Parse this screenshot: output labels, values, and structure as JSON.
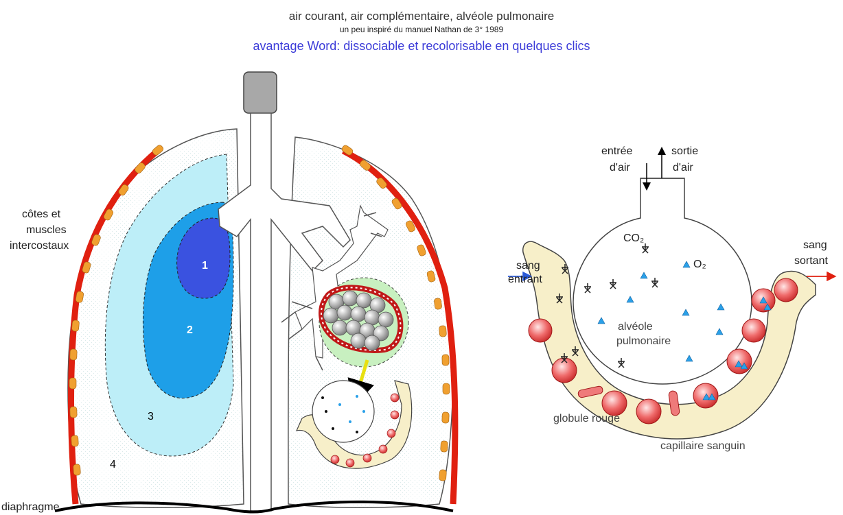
{
  "header": {
    "title": "air courant, air complémentaire, alvéole pulmonaire",
    "subtitle": "un peu inspiré du manuel Nathan de 3° 1989",
    "note": "avantage Word: dissociable et recolorisable en quelques clics"
  },
  "lungs": {
    "label_ribs_line1": "côtes et",
    "label_ribs_line2": "muscles",
    "label_ribs_line3": "intercostaux",
    "label_diaphragm": "diaphragme",
    "zones": [
      "1",
      "2",
      "3",
      "4"
    ]
  },
  "alveolus": {
    "air_in_line1": "entrée",
    "air_in_line2": "d'air",
    "air_out_line1": "sortie",
    "air_out_line2": "d'air",
    "co2": "CO₂",
    "o2": "O₂",
    "blood_in_line1": "sang",
    "blood_in_line2": "entrant",
    "blood_out_line1": "sang",
    "blood_out_line2": "sortant",
    "alveole_line1": "alvéole",
    "alveole_line2": "pulmonaire",
    "red_cell": "globule rouge",
    "capillary": "capillaire sanguin"
  },
  "colors": {
    "zone1": "#3a52e0",
    "zone2": "#1e9fe8",
    "zone3": "#bdeef8",
    "capillary_fill": "#f7efc9",
    "rib_red": "#e02010",
    "rib_orange": "#f0a030",
    "o2_blue": "#2aa0e8",
    "bronchiole_green": "#c8f0c0"
  }
}
